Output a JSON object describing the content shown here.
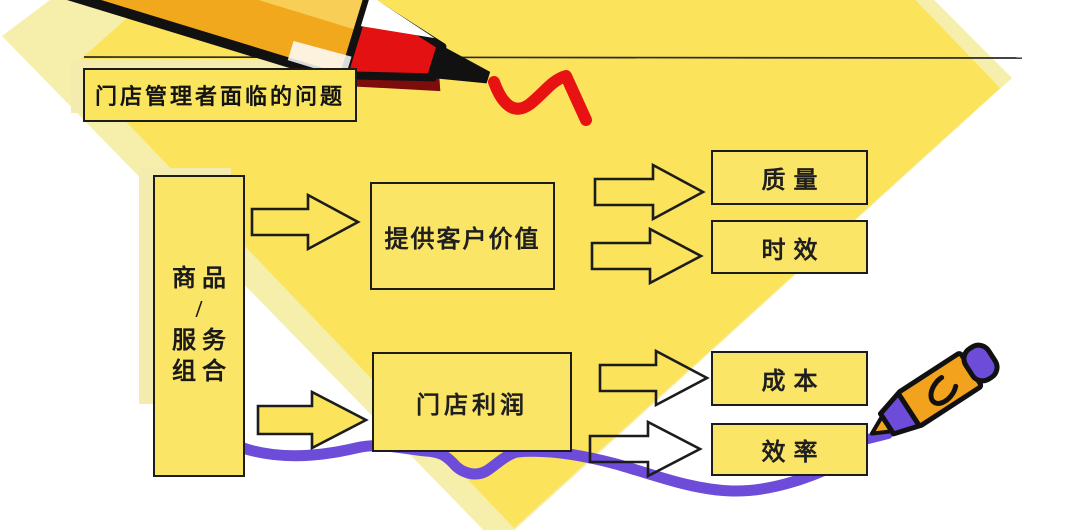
{
  "title": "门店管理者面临的问题",
  "nodes": {
    "source": {
      "lines": [
        "商品",
        "/",
        "服务",
        "组合"
      ]
    },
    "customer_value": "提供客户价值",
    "store_profit": "门店利润",
    "quality": "质量",
    "timeliness": "时效",
    "cost": "成本",
    "efficiency": "效率"
  },
  "icons": [
    "pencil-icon",
    "crayon-icon",
    "red-scribble",
    "purple-scribble"
  ],
  "colors": {
    "diamond_yellow": "#fbe35c",
    "pale_yellow": "#f6efab",
    "box_yellow": "#fbe566",
    "outline_black": "#1c1c1c",
    "scribble_red": "#e81212",
    "scribble_purple": "#6c4cd8",
    "pencil_orange": "#f2a81c"
  }
}
